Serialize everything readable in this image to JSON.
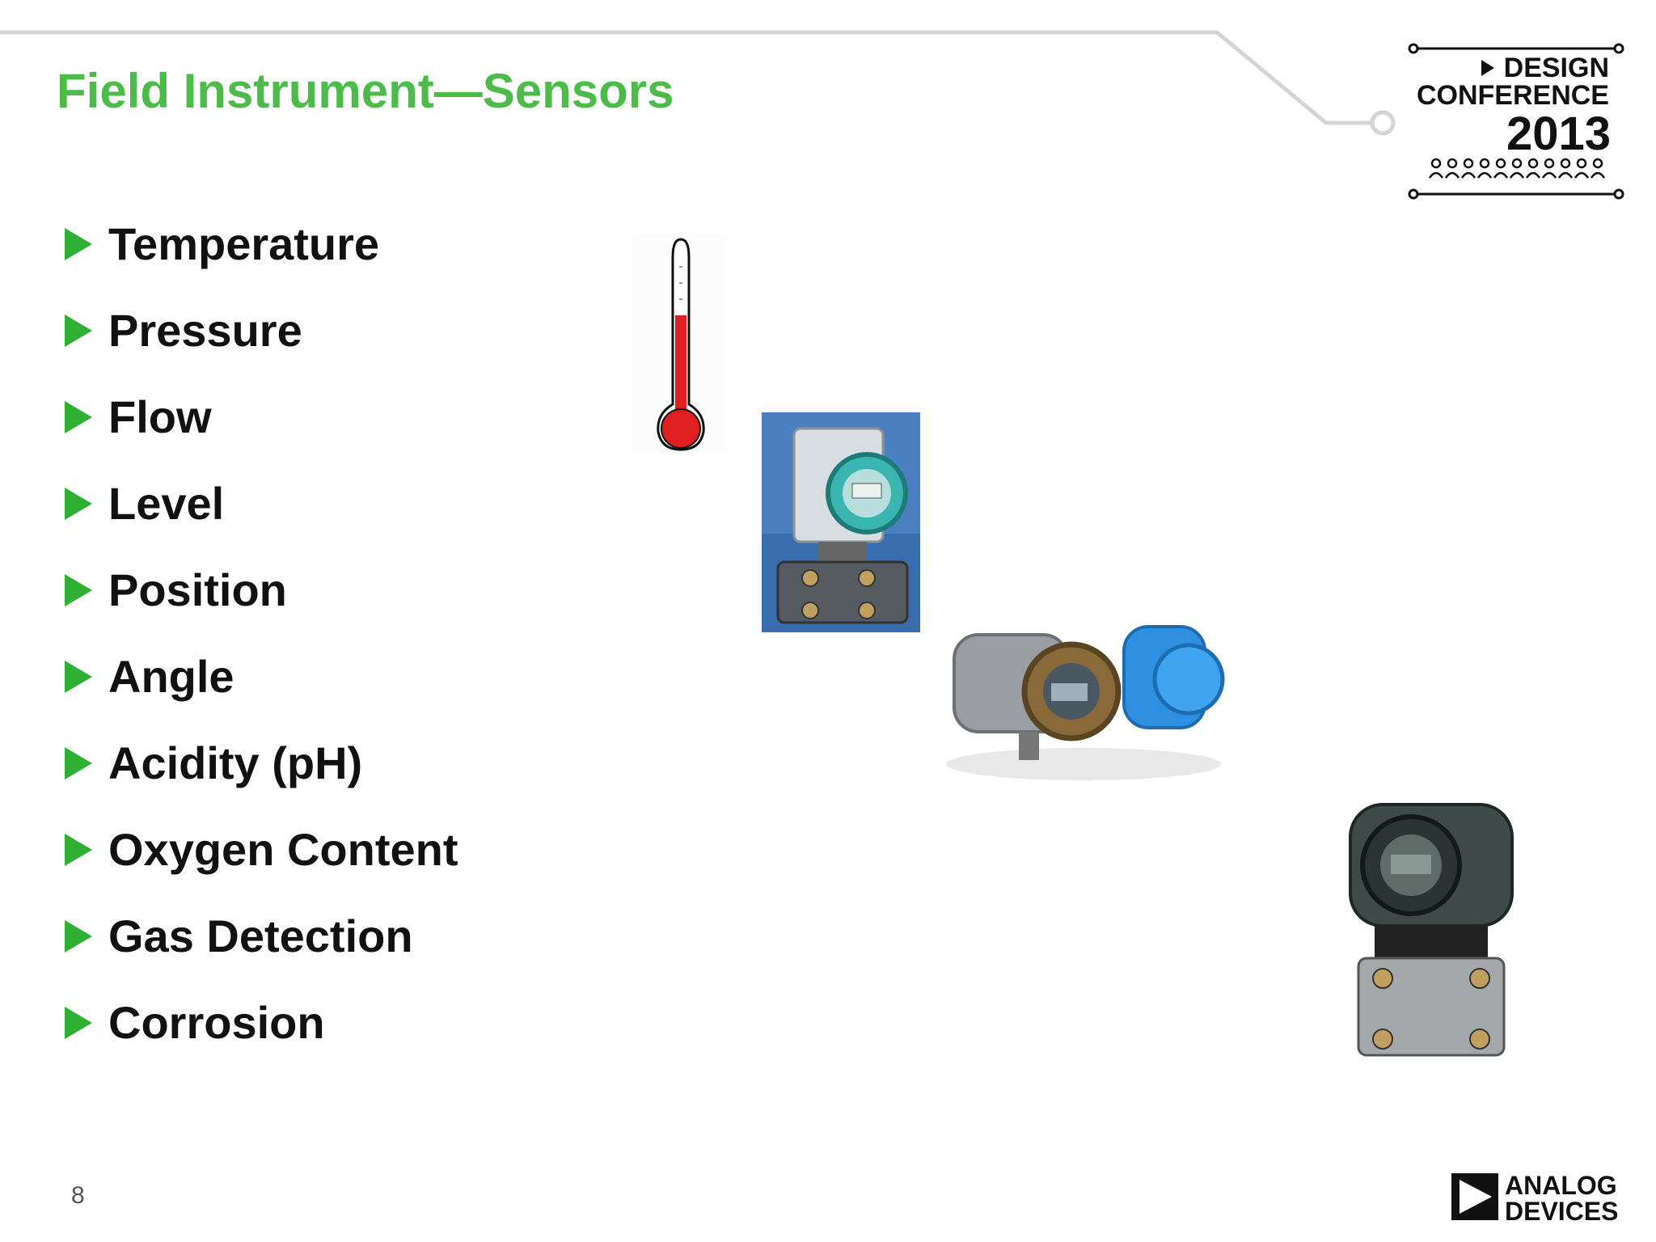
{
  "slide": {
    "title": "Field Instrument—Sensors",
    "page_number": "8",
    "bullets": [
      {
        "label": "Temperature"
      },
      {
        "label": "Pressure"
      },
      {
        "label": "Flow"
      },
      {
        "label": "Level"
      },
      {
        "label": "Position"
      },
      {
        "label": "Angle"
      },
      {
        "label": "Acidity (pH)"
      },
      {
        "label": "Oxygen Content"
      },
      {
        "label": "Gas Detection"
      },
      {
        "label": "Corrosion"
      }
    ]
  },
  "conference_logo": {
    "line1": "DESIGN",
    "line2": "CONFERENCE",
    "year": "2013"
  },
  "company_logo": {
    "line1": "ANALOG",
    "line2": "DEVICES"
  },
  "colors": {
    "title_green": "#4dbb4a",
    "bullet_green": "#2fb034",
    "text": "#111111"
  }
}
